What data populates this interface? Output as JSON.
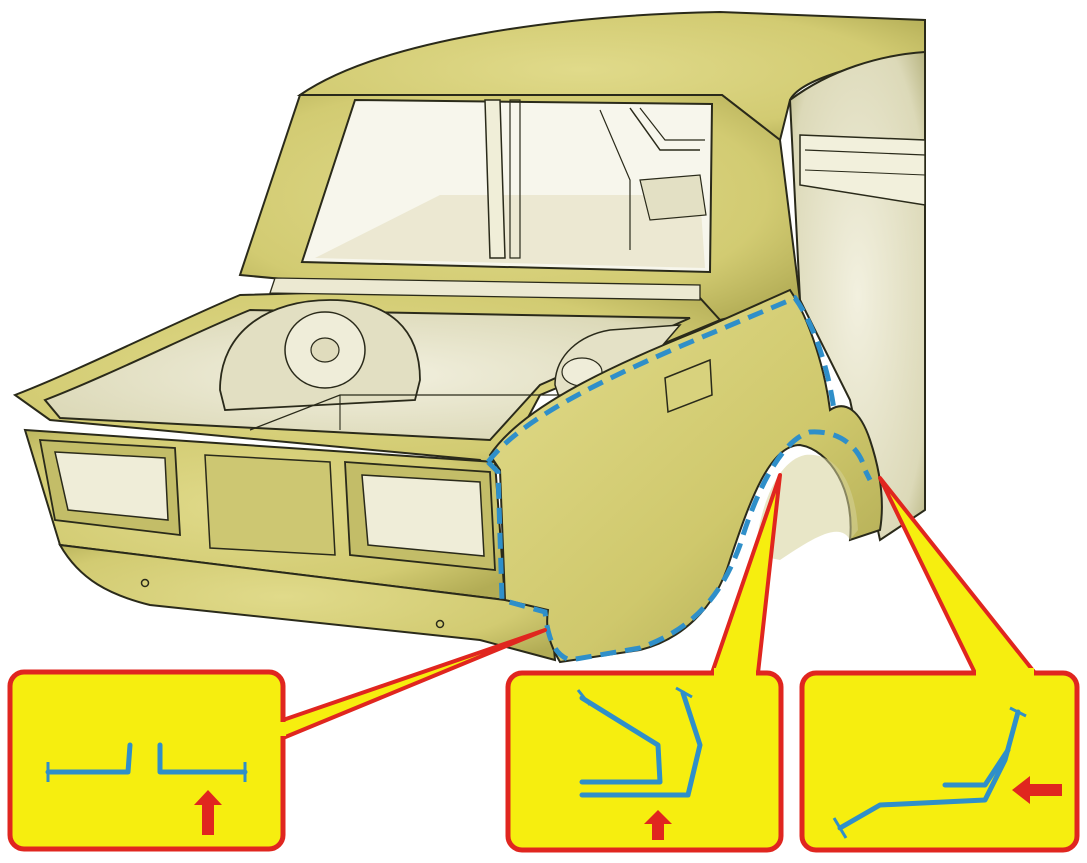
{
  "colors": {
    "background": "#ffffff",
    "body_panel": "#d6d07a",
    "body_panel_dark": "#b7b25a",
    "interior": "#e9e6cf",
    "interior_shade": "#c9c69a",
    "outline": "#2a2a1a",
    "seam_dashes": "#2f8fc9",
    "callout_fill": "#f6ee0f",
    "callout_border": "#e0261f",
    "profile_line": "#2f8fc9",
    "arrow": "#e0261f"
  },
  "diagram": {
    "subject": "car-rear-body-shell",
    "seam": "rear-fender-weld-seam",
    "callouts": [
      {
        "id": "bumper-joint",
        "arrow_direction": "up"
      },
      {
        "id": "wheel-arch-inner",
        "arrow_direction": "up"
      },
      {
        "id": "wheel-arch-outer",
        "arrow_direction": "left"
      }
    ]
  }
}
